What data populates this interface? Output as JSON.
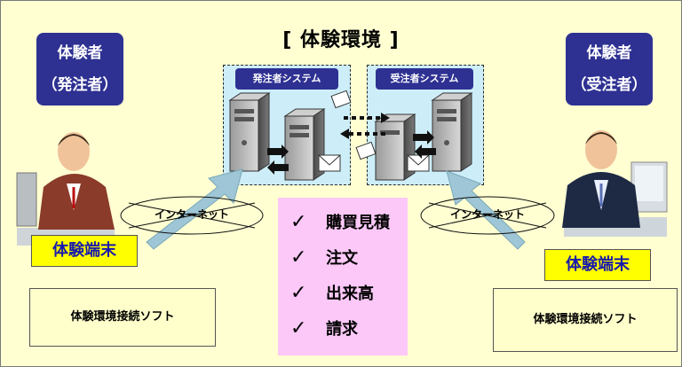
{
  "diagram": {
    "title": "[ 体験環境 ]",
    "left_party": {
      "line1": "体験者",
      "line2": "（発注者）"
    },
    "right_party": {
      "line1": "体験者",
      "line2": "（受注者）"
    },
    "left_system_label": "発注者システム",
    "right_system_label": "受注者システム",
    "left_internet_label": "インターネット",
    "right_internet_label": "インターネット",
    "left_terminal_label": "体験端末",
    "right_terminal_label": "体験端末",
    "left_software_label": "体験環境接続ソフト",
    "right_software_label": "体験環境接続ソフト",
    "features": [
      "購買見積",
      "注文",
      "出来高",
      "請求"
    ],
    "check_mark": "✓",
    "colors": {
      "background": "#ffffd2",
      "navy": "#2e3192",
      "system_area": "#cdeef8",
      "terminal": "#ffff00",
      "feature_panel": "#fbc8f8",
      "arrow": "#9fc6d6"
    },
    "icons": [
      "person-icon",
      "server-icon",
      "mail-icon",
      "document-icon",
      "arrow-icon"
    ]
  }
}
